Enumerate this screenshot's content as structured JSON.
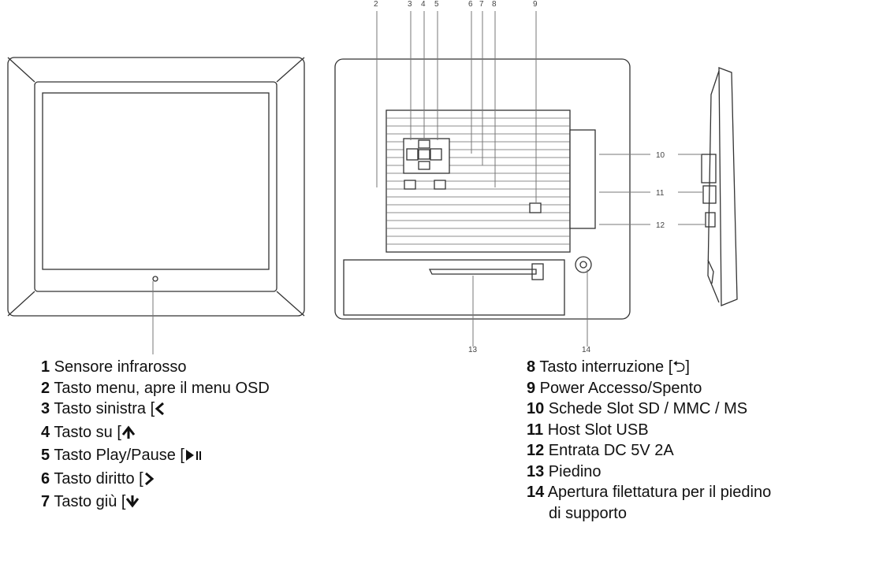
{
  "callouts": {
    "top": [
      "2",
      "3",
      "4",
      "5",
      "6",
      "7",
      "8",
      "9"
    ],
    "right": [
      "10",
      "11",
      "12"
    ],
    "bottom": [
      "13",
      "14"
    ]
  },
  "legend_left": [
    {
      "num": "1",
      "text": "Sensore infrarosso",
      "glyph": ""
    },
    {
      "num": "2",
      "text": "Tasto menu, apre il menu OSD",
      "glyph": ""
    },
    {
      "num": "3",
      "text": "Tasto sinistra [",
      "glyph": "left-arrow-icon"
    },
    {
      "num": "4",
      "text": "Tasto su  [",
      "glyph": "up-arrow-icon"
    },
    {
      "num": "5",
      "text": "Tasto Play/Pause [",
      "glyph": "play-pause-icon"
    },
    {
      "num": "6",
      "text": "Tasto diritto [",
      "glyph": "right-arrow-icon"
    },
    {
      "num": "7",
      "text": "Tasto giù  [",
      "glyph": "down-arrow-icon"
    }
  ],
  "legend_right": [
    {
      "num": "8",
      "text": "Tasto interruzione [⮌]"
    },
    {
      "num": "9",
      "text": " Power Accesso/Spento"
    },
    {
      "num": "10",
      "text": "Schede Slot SD / MMC / MS"
    },
    {
      "num": "11",
      "text": "Host Slot USB"
    },
    {
      "num": "12",
      "text": "Entrata DC 5V 2A"
    },
    {
      "num": "13",
      "text": "Piedino"
    },
    {
      "num": "14",
      "text": "Apertura filettatura per il piedino",
      "cont": "di supporto"
    }
  ]
}
